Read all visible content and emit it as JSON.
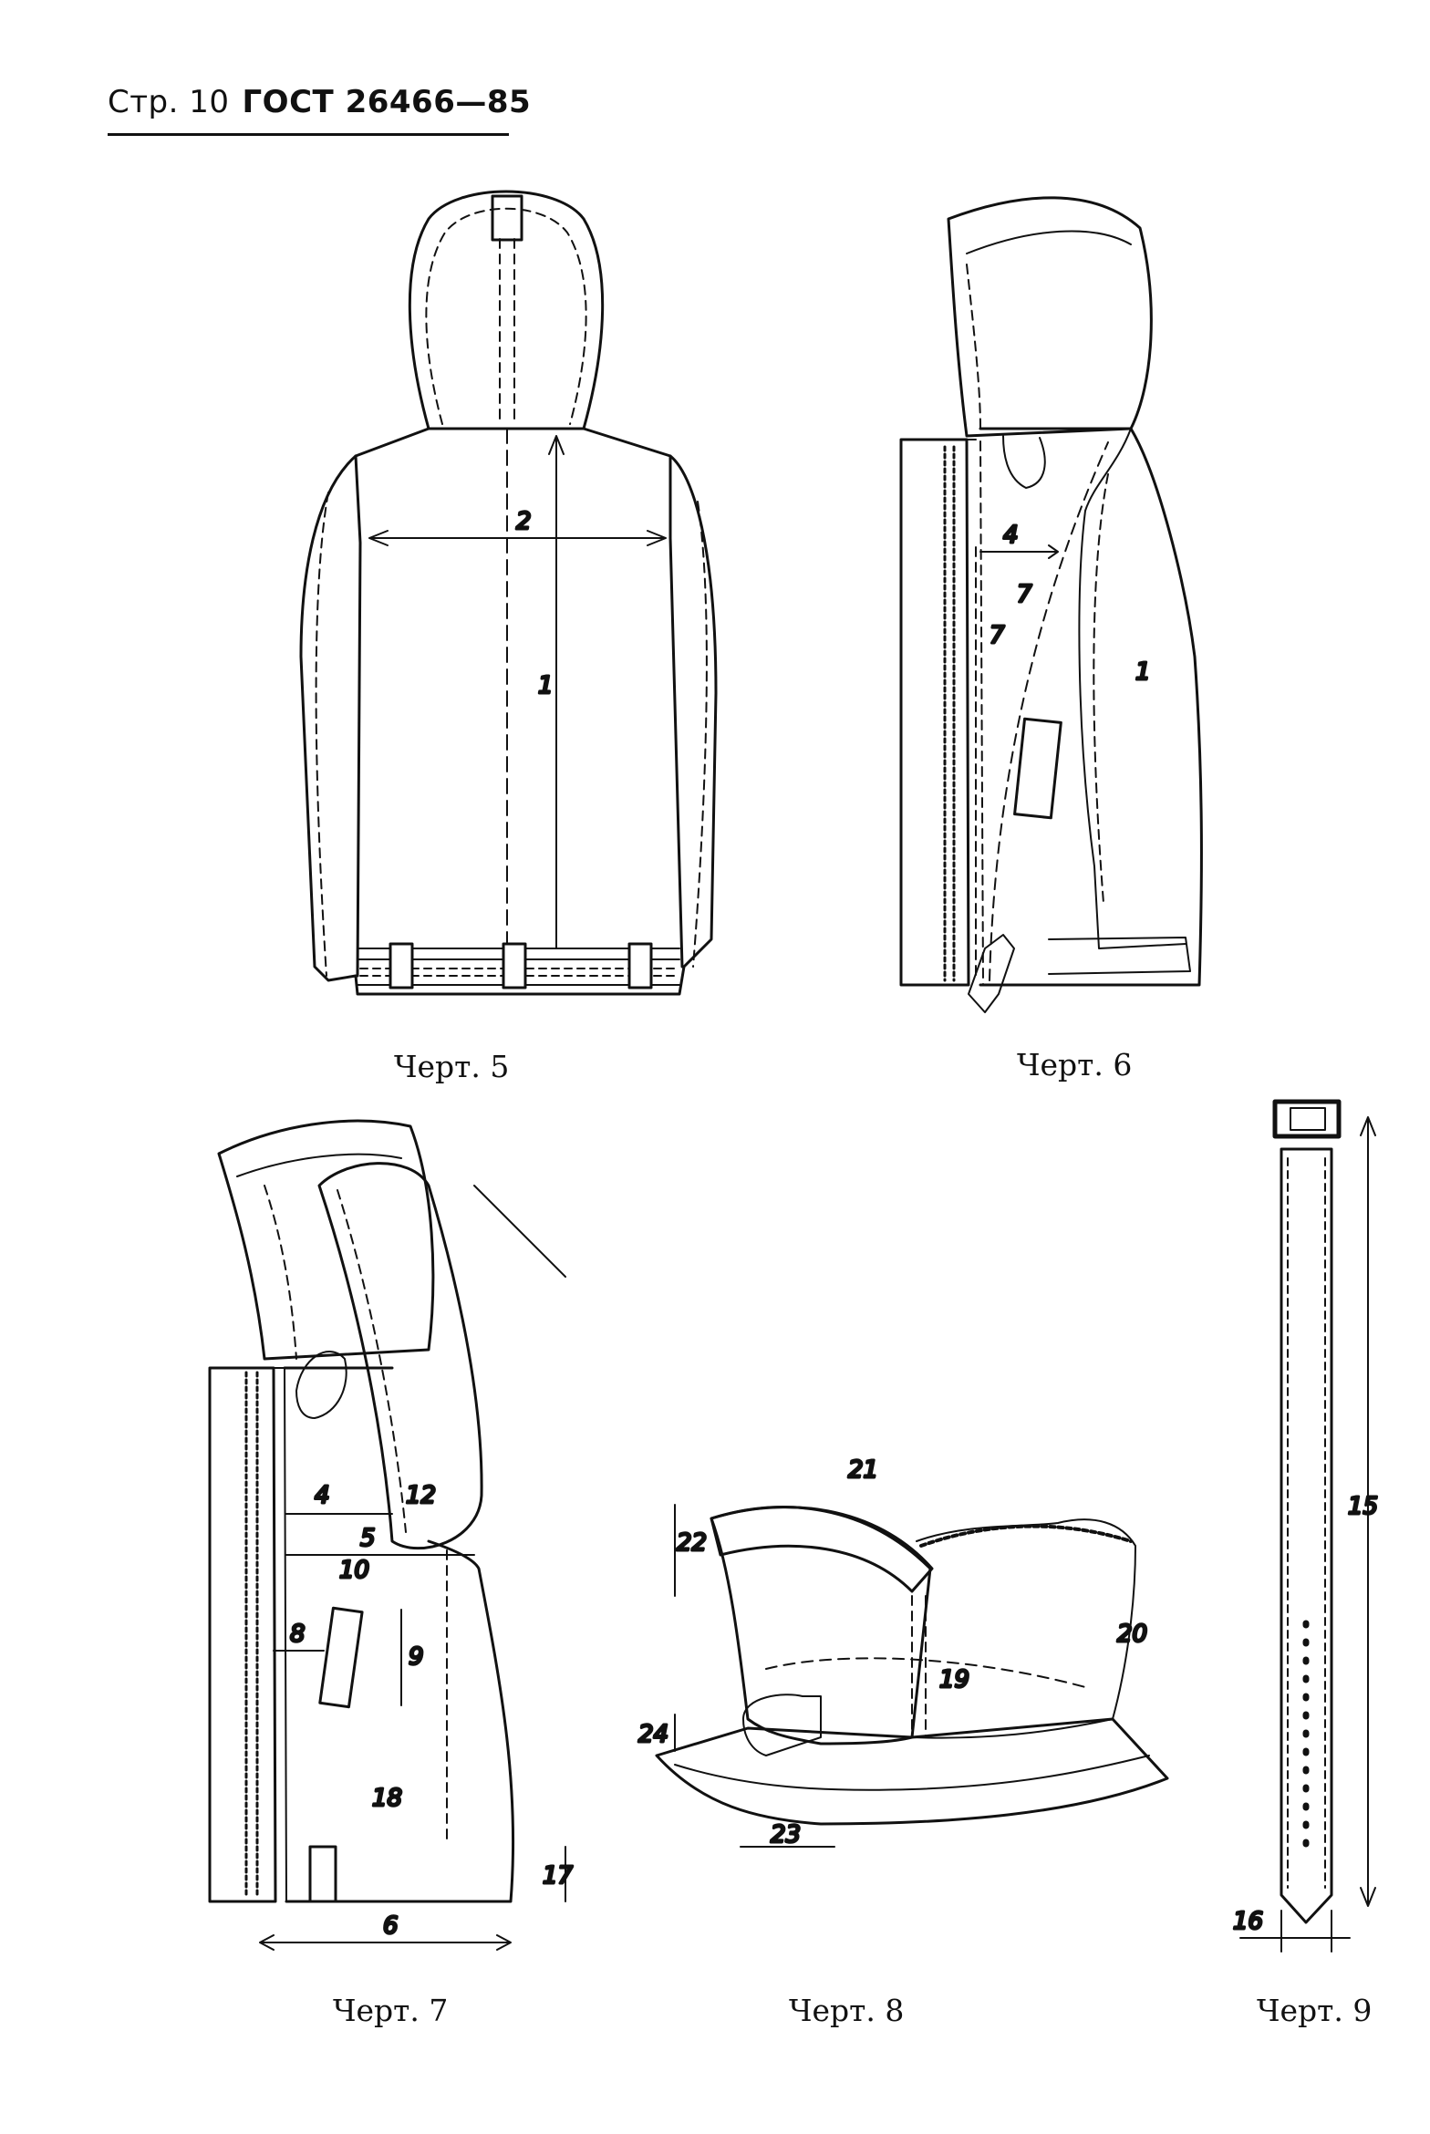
{
  "header": {
    "page_label": "Стр. 10",
    "standard": "ГОСТ 26466—85"
  },
  "captions": {
    "fig5": "Черт. 5",
    "fig6": "Черт. 6",
    "fig7": "Черт. 7",
    "fig8": "Черт. 8",
    "fig9": "Черт. 9"
  },
  "callouts": {
    "fig5": [
      "1",
      "2"
    ],
    "fig6": [
      "1",
      "4",
      "7",
      "7"
    ],
    "fig7": [
      "4",
      "5",
      "6",
      "8",
      "9",
      "10",
      "12",
      "17",
      "18"
    ],
    "fig8": [
      "19",
      "20",
      "21",
      "22",
      "23",
      "24"
    ],
    "fig9": [
      "15",
      "16"
    ]
  }
}
